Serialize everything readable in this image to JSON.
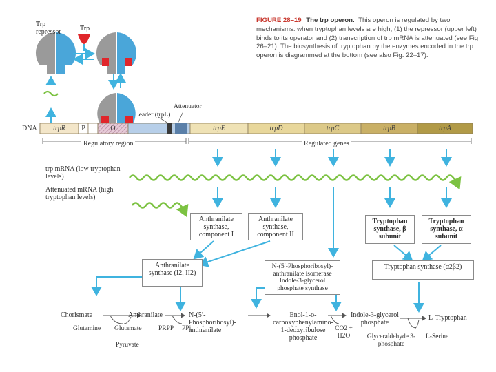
{
  "caption": {
    "label": "FIGURE 28–19",
    "title": "The trp operon.",
    "text": "This operon is regulated by two mechanisms: when tryptophan levels are high, (1) the repressor (upper left) binds to its operator and (2) transcription of trp mRNA is attenuated (see Fig. 26–21). The biosynthesis of tryptophan by the enzymes encoded in the trp operon is diagrammed at the bottom (see also Fig. 22–17)."
  },
  "labels": {
    "trp_repressor": "Trp repressor",
    "trp": "Trp",
    "leader": "Leader (trpL)",
    "attenuator": "Attenuator",
    "dna": "DNA",
    "regulatory_region": "Regulatory region",
    "regulated_genes": "Regulated genes",
    "mrna_low": "trp mRNA (low tryptophan levels)",
    "mrna_high": "Attenuated mRNA (high tryptophan levels)"
  },
  "genes": [
    {
      "name": "trpR",
      "color": "#f3e6c9"
    },
    {
      "name": "P",
      "color": "#ffffff"
    },
    {
      "name": "O",
      "color": "#d7b7c8"
    },
    {
      "name": "trpE",
      "color": "#efe2b5"
    },
    {
      "name": "trpD",
      "color": "#e8d79b"
    },
    {
      "name": "trpC",
      "color": "#dcc988"
    },
    {
      "name": "trpB",
      "color": "#c9b066"
    },
    {
      "name": "trpA",
      "color": "#b19a47"
    }
  ],
  "enzymes": {
    "as1": "Anthranilate synthase, component I",
    "as2": "Anthranilate synthase, component II",
    "tsb": "Tryptophan synthase, β subunit",
    "tsa": "Tryptophan synthase, α subunit",
    "as_complex": "Anthranilate synthase (I2, II2)",
    "pri": "N-(5′-Phosphoribosyl)-anthranilate isomerase Indole-3-glycerol phosphate synthase",
    "ts_complex": "Tryptophan synthase (α2β2)"
  },
  "pathway": {
    "chorismate": "Chorismate",
    "anthranilate": "Anthranilate",
    "pra": "N-(5′-Phosphoribosyl)-anthranilate",
    "enol": "Enol-1-o-carboxyphenylamino-1-deoxyribulose phosphate",
    "igp": "Indole-3-glycerol phosphate",
    "trp": "L-Tryptophan",
    "glutamine": "Glutamine",
    "glutamate": "Glutamate",
    "pyruvate": "Pyruvate",
    "prpp": "PRPP",
    "ppi": "PPi",
    "co2": "CO2 + H2O",
    "g3p": "Glyceraldehyde 3-phosphate",
    "serine": "L-Serine"
  },
  "colors": {
    "repressor_blue": "#4aa6d9",
    "repressor_gray": "#9a9a9a",
    "tryptophan_red": "#e0262b",
    "arrow_cyan": "#3fb3df",
    "mrna_green": "#7cc242"
  }
}
